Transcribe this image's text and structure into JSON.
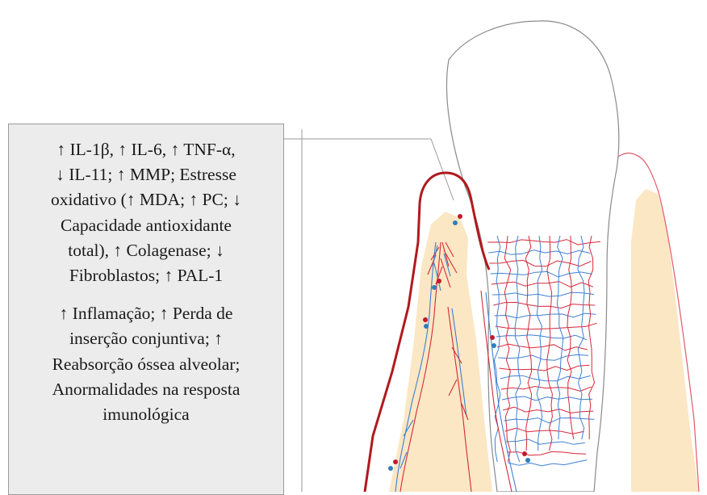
{
  "info_box": {
    "markers_paragraph": [
      "↑ IL-1β, ↑ IL-6, ↑ TNF-α,",
      "↓ IL-11; ↑ MMP; Estresse",
      "oxidativo (↑ MDA; ↑ PC; ↓",
      "Capacidade antioxidante",
      "total), ↑  Colagenase; ↓",
      "Fibroblastos; ↑ PAL-1"
    ],
    "effects_paragraph": [
      "↑  Inflamação; ↑ Perda de",
      "inserção conjuntiva; ↑",
      "Reabsorção óssea alveolar;",
      "Anormalidades na resposta",
      "imunológica"
    ]
  },
  "colors": {
    "bone": "#fbe7c3",
    "gingiva_outline": "#b0191e",
    "vessel_red": "#d6283a",
    "vessel_blue": "#3f7fd0",
    "tooth_outline": "#8a8a8a",
    "box_fill": "#ececec"
  }
}
